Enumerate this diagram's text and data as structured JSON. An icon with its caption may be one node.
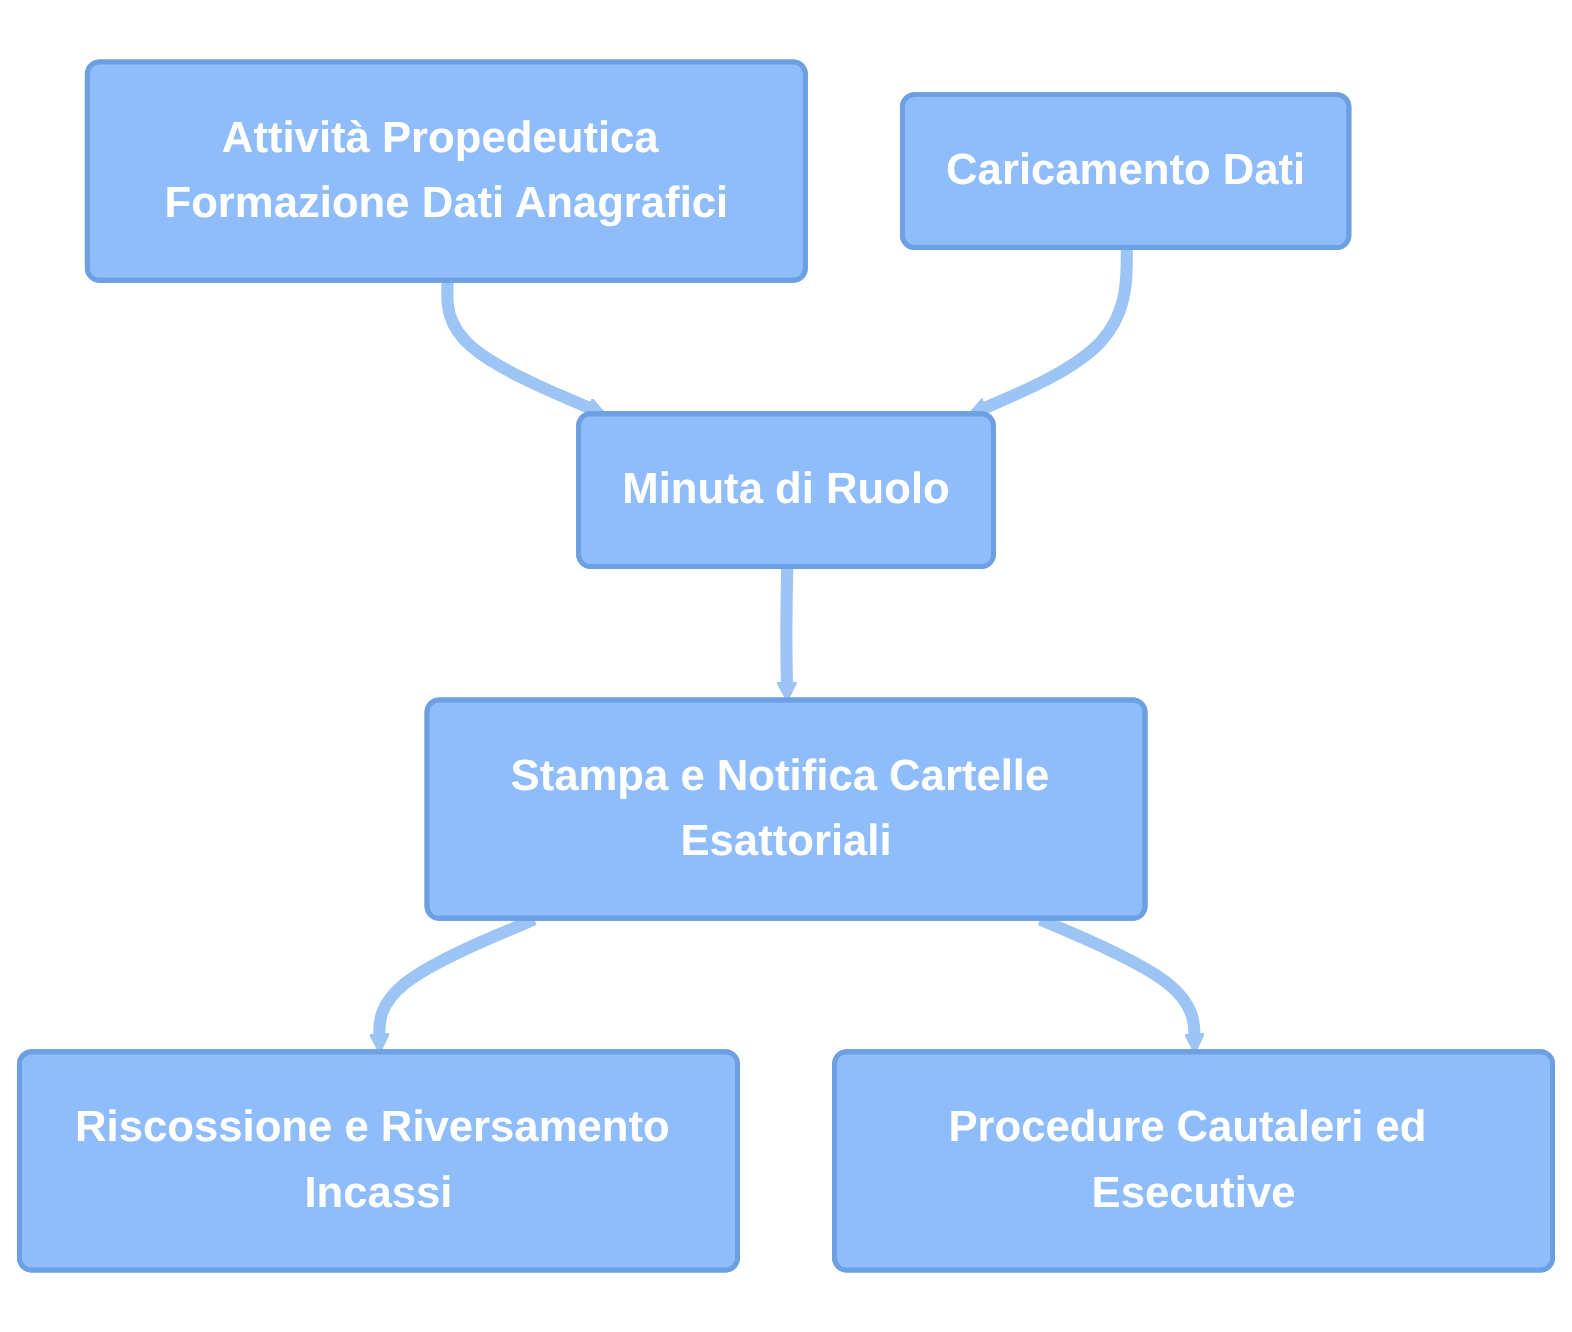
{
  "diagram": {
    "nodes": [
      {
        "text": [
          "Attività Propedeutica Formazione Dati Anagrafici"
        ]
      },
      {
        "text": [
          "Caricamento Dati"
        ]
      },
      {
        "text": [
          "Minuta di Ruolo"
        ]
      },
      {
        "text": [
          "Stampa e Notifica Cartelle Esattoriali"
        ]
      },
      {
        "text": [
          "Riscossione e Riversamento Incassi"
        ]
      },
      {
        "text": [
          "Procedure Cautaleri ed Esecutive"
        ]
      }
    ],
    "edges": [
      {
        "from": 0,
        "to": 2,
        "arrow": "to"
      },
      {
        "from": 1,
        "to": 2,
        "arrow": "to"
      },
      {
        "from": 2,
        "to": 3,
        "arrow": "to"
      },
      {
        "from": 3,
        "to": 4,
        "arrow": "to"
      },
      {
        "from": 3,
        "to": 5,
        "arrow": "to"
      }
    ]
  }
}
